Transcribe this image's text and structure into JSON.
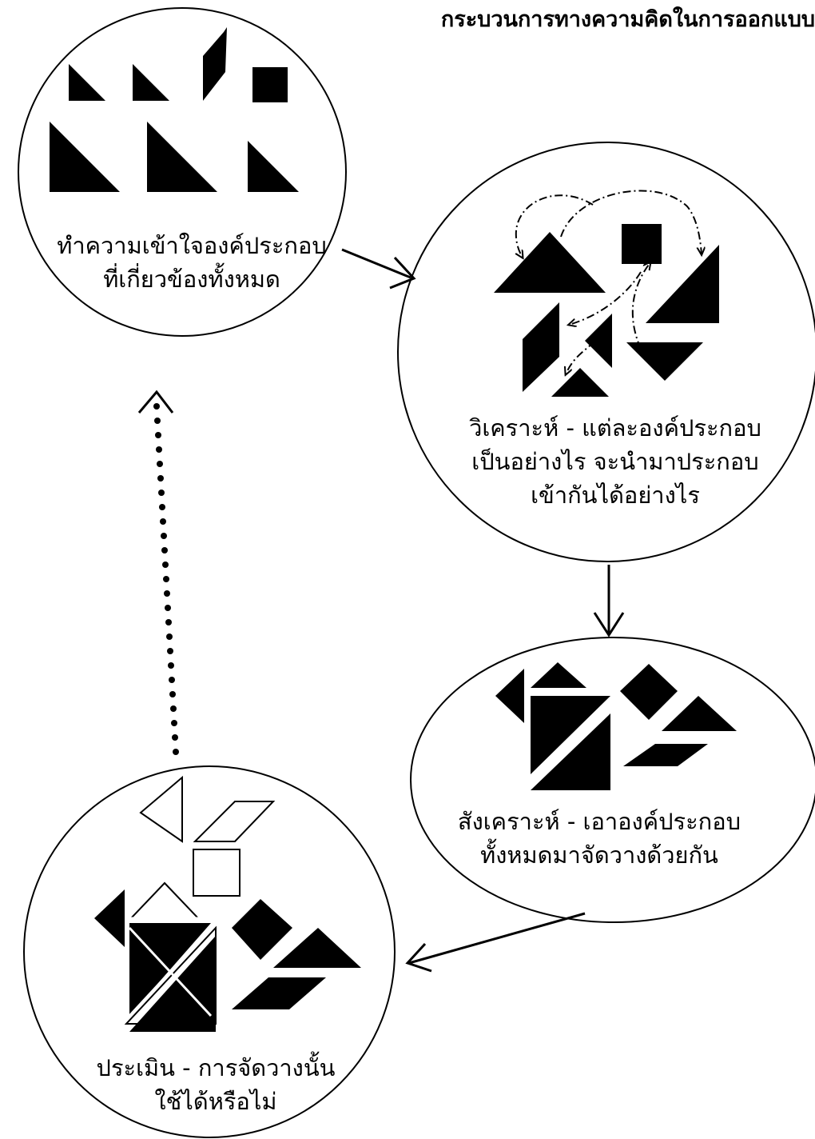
{
  "title": "กระบวนการทางความคิดในการออกแบบ",
  "stages": [
    {
      "lines": [
        "ทำความเข้าใจองค์ประกอบ",
        "ที่เกี่ยวข้องทั้งหมด"
      ]
    },
    {
      "lines": [
        "วิเคราะห์ - แต่ละองค์ประกอบ",
        "เป็นอย่างไร จะนำมาประกอบ",
        "เข้ากันได้อย่างไร"
      ]
    },
    {
      "lines": [
        "สังเคราะห์ - เอาองค์ประกอบ",
        "ทั้งหมดมาจัดวางด้วยกัน"
      ]
    },
    {
      "lines": [
        "ประเมิน - การจัดวางนั้น",
        "ใช้ได้หรือไม่"
      ]
    }
  ],
  "colors": {
    "ink": "#000000",
    "paper": "#ffffff"
  }
}
